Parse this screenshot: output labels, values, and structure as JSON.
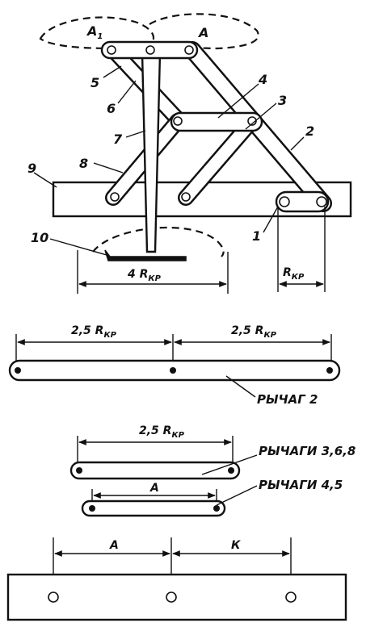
{
  "labels": {
    "point_a1": "A",
    "point_a1_sub": "1",
    "point_a": "A",
    "part_1": "1",
    "part_2": "2",
    "part_3": "3",
    "part_4": "4",
    "part_5": "5",
    "part_6": "6",
    "part_7": "7",
    "part_8": "8",
    "part_9": "9",
    "part_10": "10"
  },
  "dimensions": {
    "base_width": "4 R",
    "base_width_sub": "КР",
    "crank_radius": "R",
    "crank_radius_sub": "КР",
    "lever2_left": "2,5 R",
    "lever2_left_sub": "КР",
    "lever2_right": "2,5 R",
    "lever2_right_sub": "КР",
    "levers368_length": "2,5 R",
    "levers368_length_sub": "КР",
    "levers45_length": "A",
    "plate_left": "A",
    "plate_right": "К"
  },
  "captions": {
    "lever_2": "РЫЧАГ 2",
    "levers_3_6_8": "РЫЧАГИ 3,6,8",
    "levers_4_5": "РЫЧАГИ 4,5"
  }
}
